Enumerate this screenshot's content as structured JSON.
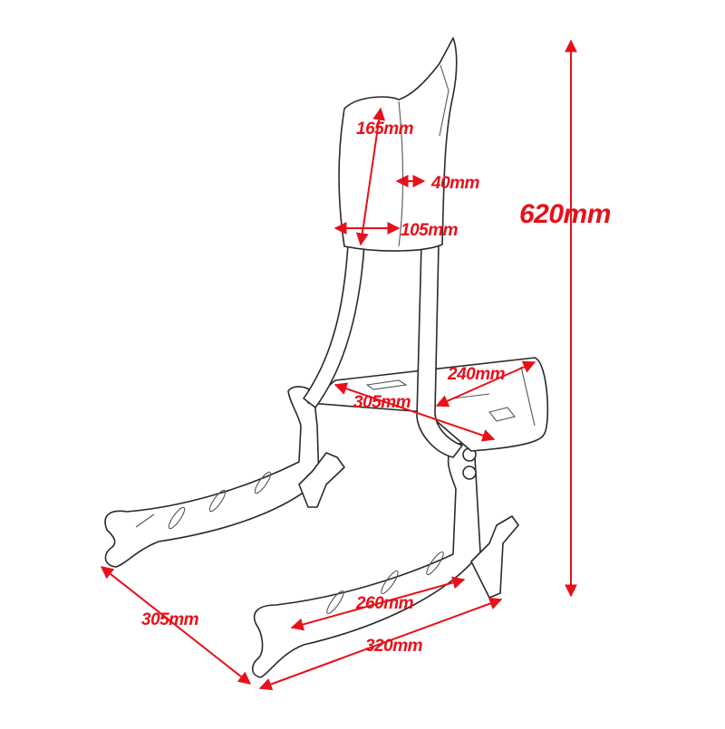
{
  "diagram": {
    "accent_color": "#e8101a",
    "dimensions": {
      "height_total": "620mm",
      "pad_height": "165mm",
      "pad_thickness": "40mm",
      "pad_width": "105mm",
      "rack_depth": "240mm",
      "rack_width": "305mm",
      "plate_length": "305mm",
      "hole_span": "260mm",
      "plate_span": "320mm"
    }
  }
}
